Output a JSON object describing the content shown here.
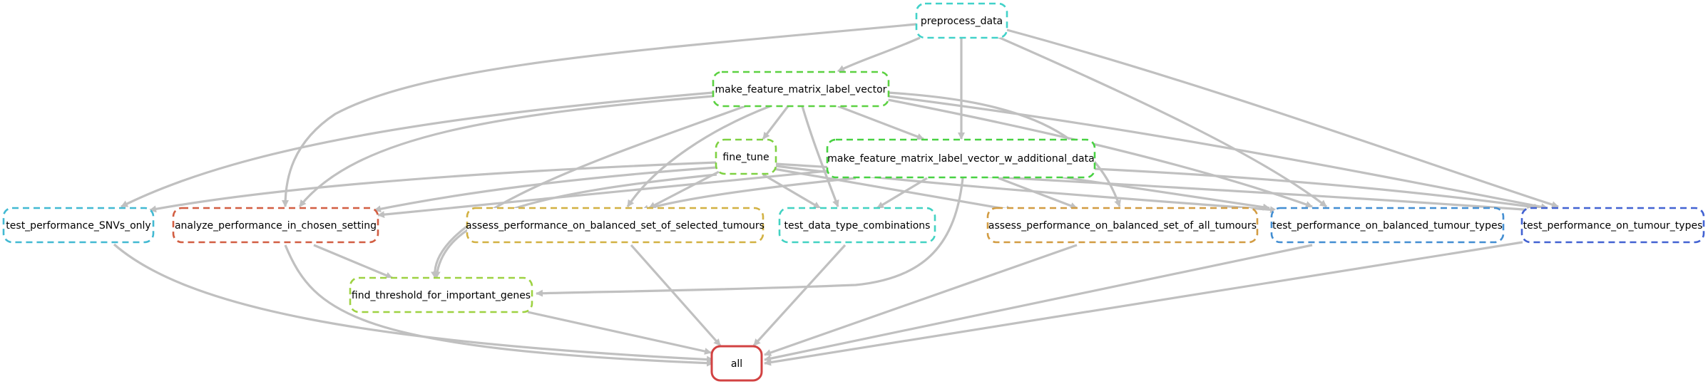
{
  "nodes": {
    "preprocess_data": {
      "label": "preprocess_data",
      "color": "#42d2c9",
      "dashed": true
    },
    "make_feature_matrix_label_vector": {
      "label": "make_feature_matrix_label_vector",
      "color": "#5cd142",
      "dashed": true
    },
    "fine_tune": {
      "label": "fine_tune",
      "color": "#7ed142",
      "dashed": true
    },
    "make_feature_matrix_label_vector_w_additional_data": {
      "label": "make_feature_matrix_label_vector_w_additional_data",
      "color": "#48d142",
      "dashed": true
    },
    "test_performance_SNVs_only": {
      "label": "test_performance_SNVs_only",
      "color": "#42b9d2",
      "dashed": true
    },
    "analyze_performance_in_chosen_setting": {
      "label": "analyze_performance_in_chosen_setting",
      "color": "#d25e42",
      "dashed": true
    },
    "assess_performance_on_balanced_set_of_selected_tumours": {
      "label": "assess_performance_on_balanced_set_of_selected_tumours",
      "color": "#d2b142",
      "dashed": true
    },
    "test_data_type_combinations": {
      "label": "test_data_type_combinations",
      "color": "#42d2c2",
      "dashed": true
    },
    "assess_performance_on_balanced_set_of_all_tumours": {
      "label": "assess_performance_on_balanced_set_of_all_tumours",
      "color": "#d29c42",
      "dashed": true
    },
    "test_performance_on_balanced_tumour_types": {
      "label": "test_performance_on_balanced_tumour_types",
      "color": "#428ed2",
      "dashed": true
    },
    "test_performance_on_tumour_types": {
      "label": "test_performance_on_tumour_types",
      "color": "#4262d2",
      "dashed": true
    },
    "find_threshold_for_important_genes": {
      "label": "find_threshold_for_important_genes",
      "color": "#9ed242",
      "dashed": true
    },
    "all": {
      "label": "all",
      "color": "#d24242",
      "dashed": false
    }
  },
  "edges": [
    [
      "preprocess_data",
      "make_feature_matrix_label_vector"
    ],
    [
      "preprocess_data",
      "make_feature_matrix_label_vector_w_additional_data"
    ],
    [
      "preprocess_data",
      "analyze_performance_in_chosen_setting"
    ],
    [
      "preprocess_data",
      "test_performance_on_balanced_tumour_types"
    ],
    [
      "preprocess_data",
      "test_performance_on_tumour_types"
    ],
    [
      "make_feature_matrix_label_vector",
      "fine_tune"
    ],
    [
      "make_feature_matrix_label_vector",
      "make_feature_matrix_label_vector_w_additional_data"
    ],
    [
      "make_feature_matrix_label_vector",
      "test_performance_SNVs_only"
    ],
    [
      "make_feature_matrix_label_vector",
      "analyze_performance_in_chosen_setting"
    ],
    [
      "make_feature_matrix_label_vector",
      "assess_performance_on_balanced_set_of_selected_tumours"
    ],
    [
      "make_feature_matrix_label_vector",
      "test_data_type_combinations"
    ],
    [
      "make_feature_matrix_label_vector",
      "assess_performance_on_balanced_set_of_all_tumours"
    ],
    [
      "make_feature_matrix_label_vector",
      "test_performance_on_balanced_tumour_types"
    ],
    [
      "make_feature_matrix_label_vector",
      "test_performance_on_tumour_types"
    ],
    [
      "make_feature_matrix_label_vector",
      "find_threshold_for_important_genes"
    ],
    [
      "fine_tune",
      "test_performance_SNVs_only"
    ],
    [
      "fine_tune",
      "analyze_performance_in_chosen_setting"
    ],
    [
      "fine_tune",
      "assess_performance_on_balanced_set_of_selected_tumours"
    ],
    [
      "fine_tune",
      "test_data_type_combinations"
    ],
    [
      "fine_tune",
      "assess_performance_on_balanced_set_of_all_tumours"
    ],
    [
      "fine_tune",
      "test_performance_on_balanced_tumour_types"
    ],
    [
      "fine_tune",
      "test_performance_on_tumour_types"
    ],
    [
      "fine_tune",
      "find_threshold_for_important_genes"
    ],
    [
      "make_feature_matrix_label_vector_w_additional_data",
      "analyze_performance_in_chosen_setting"
    ],
    [
      "make_feature_matrix_label_vector_w_additional_data",
      "assess_performance_on_balanced_set_of_selected_tumours"
    ],
    [
      "make_feature_matrix_label_vector_w_additional_data",
      "test_data_type_combinations"
    ],
    [
      "make_feature_matrix_label_vector_w_additional_data",
      "assess_performance_on_balanced_set_of_all_tumours"
    ],
    [
      "make_feature_matrix_label_vector_w_additional_data",
      "test_performance_on_balanced_tumour_types"
    ],
    [
      "make_feature_matrix_label_vector_w_additional_data",
      "test_performance_on_tumour_types"
    ],
    [
      "make_feature_matrix_label_vector_w_additional_data",
      "find_threshold_for_important_genes"
    ],
    [
      "analyze_performance_in_chosen_setting",
      "find_threshold_for_important_genes"
    ],
    [
      "test_performance_SNVs_only",
      "all"
    ],
    [
      "analyze_performance_in_chosen_setting",
      "all"
    ],
    [
      "find_threshold_for_important_genes",
      "all"
    ],
    [
      "assess_performance_on_balanced_set_of_selected_tumours",
      "all"
    ],
    [
      "test_data_type_combinations",
      "all"
    ],
    [
      "assess_performance_on_balanced_set_of_all_tumours",
      "all"
    ],
    [
      "test_performance_on_balanced_tumour_types",
      "all"
    ],
    [
      "test_performance_on_tumour_types",
      "all"
    ]
  ],
  "colors": {
    "edge": "#c0c0c0",
    "background": "#ffffff"
  }
}
